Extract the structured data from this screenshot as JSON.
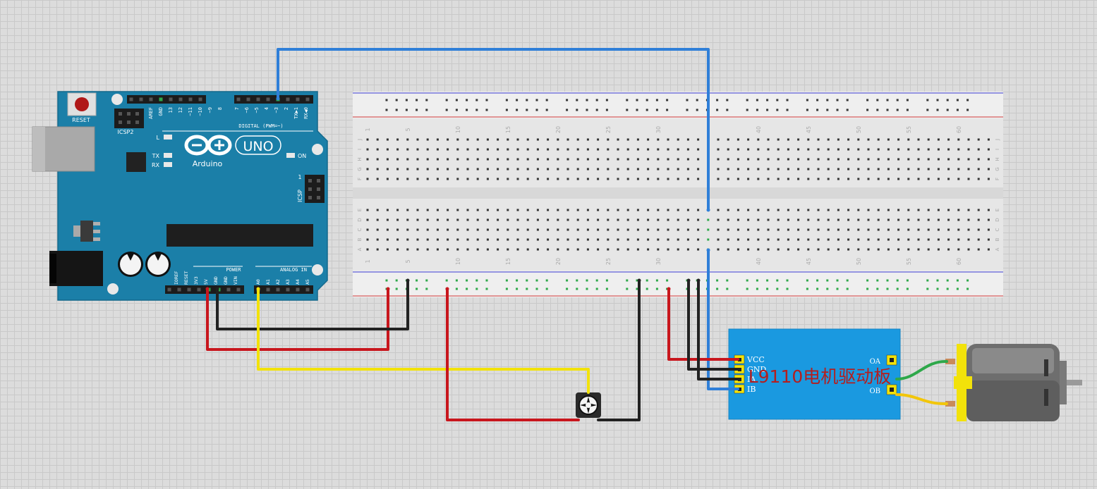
{
  "arduino": {
    "reset_label": "RESET",
    "icsp2_label": "ICSP2",
    "icsp_label": "ICSP",
    "icsp_pin1": "1",
    "digital_label": "DIGITAL (PWM=~)",
    "digital_pins": [
      "AREF",
      "GND",
      "13",
      "12",
      "~11",
      "~10",
      "~9",
      "8",
      "7",
      "~6",
      "~5",
      "4",
      "~3",
      "2",
      "TX▶1",
      "RX◀0"
    ],
    "led_l": "L",
    "led_tx": "TX",
    "led_rx": "RX",
    "led_on": "ON",
    "brand": "Arduino",
    "model": "UNO",
    "power_label": "POWER",
    "analog_label": "ANALOG IN",
    "power_pins": [
      "IOREF",
      "RESET",
      "3V3",
      "5V",
      "GND",
      "GND",
      "VIN"
    ],
    "analog_pins": [
      "A0",
      "A1",
      "A2",
      "A3",
      "A4",
      "A5"
    ]
  },
  "breadboard": {
    "column_numbers": [
      "1",
      "5",
      "10",
      "15",
      "20",
      "25",
      "30",
      "40",
      "45",
      "50",
      "55",
      "60"
    ],
    "rows_top": [
      "J",
      "I",
      "H",
      "G",
      "F"
    ],
    "rows_bottom": [
      "E",
      "D",
      "C",
      "B",
      "A"
    ]
  },
  "driver": {
    "title": "L9110电机驱动板",
    "pins": [
      "VCC",
      "GND",
      "IA",
      "IB"
    ],
    "outputs": [
      "OA",
      "OB"
    ]
  },
  "colors": {
    "board_blue": "#1b7fa8",
    "wire_red": "#c8161d",
    "wire_black": "#222222",
    "wire_yellow": "#f2e20a",
    "wire_blue": "#2f7fd8",
    "wire_green": "#2ea84a",
    "driver_blue": "#1a99e0"
  }
}
